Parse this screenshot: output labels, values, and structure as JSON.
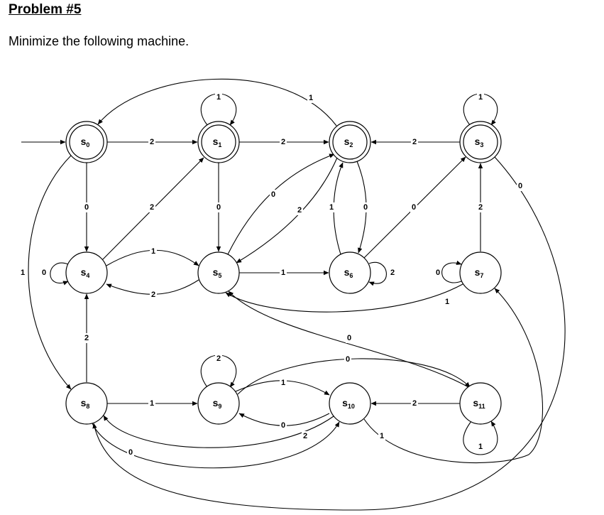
{
  "header": {
    "title": "Problem #5",
    "subtitle": "Minimize the following machine."
  },
  "machine": {
    "start_state": "s0",
    "states": [
      {
        "id": "s0",
        "letter": "s",
        "sub": "0",
        "accepting": true
      },
      {
        "id": "s1",
        "letter": "s",
        "sub": "1",
        "accepting": true
      },
      {
        "id": "s2",
        "letter": "s",
        "sub": "2",
        "accepting": true
      },
      {
        "id": "s3",
        "letter": "s",
        "sub": "3",
        "accepting": true
      },
      {
        "id": "s4",
        "letter": "s",
        "sub": "4",
        "accepting": false
      },
      {
        "id": "s5",
        "letter": "s",
        "sub": "5",
        "accepting": false
      },
      {
        "id": "s6",
        "letter": "s",
        "sub": "6",
        "accepting": false
      },
      {
        "id": "s7",
        "letter": "s",
        "sub": "7",
        "accepting": false
      },
      {
        "id": "s8",
        "letter": "s",
        "sub": "8",
        "accepting": false
      },
      {
        "id": "s9",
        "letter": "s",
        "sub": "9",
        "accepting": false
      },
      {
        "id": "s10",
        "letter": "s",
        "sub": "10",
        "accepting": false
      },
      {
        "id": "s11",
        "letter": "s",
        "sub": "11",
        "accepting": false
      }
    ],
    "transitions": [
      {
        "from": "s0",
        "to": "s1",
        "label": "2"
      },
      {
        "from": "s0",
        "to": "s4",
        "label": "0"
      },
      {
        "from": "s0",
        "to": "s8",
        "label": "1"
      },
      {
        "from": "s1",
        "to": "s1",
        "label": "1"
      },
      {
        "from": "s1",
        "to": "s2",
        "label": "2"
      },
      {
        "from": "s1",
        "to": "s5",
        "label": "0"
      },
      {
        "from": "s2",
        "to": "s0",
        "label": "1"
      },
      {
        "from": "s2",
        "to": "s6",
        "label": "0"
      },
      {
        "from": "s2",
        "to": "s5",
        "label": "2"
      },
      {
        "from": "s3",
        "to": "s3",
        "label": "1"
      },
      {
        "from": "s3",
        "to": "s2",
        "label": "2"
      },
      {
        "from": "s3",
        "to": "s8",
        "label": "0"
      },
      {
        "from": "s4",
        "to": "s4",
        "label": "0"
      },
      {
        "from": "s4",
        "to": "s1",
        "label": "2"
      },
      {
        "from": "s4",
        "to": "s5",
        "label": "1"
      },
      {
        "from": "s5",
        "to": "s4",
        "label": "2"
      },
      {
        "from": "s5",
        "to": "s2",
        "label": "0"
      },
      {
        "from": "s5",
        "to": "s6",
        "label": "1"
      },
      {
        "from": "s6",
        "to": "s6",
        "label": "2"
      },
      {
        "from": "s6",
        "to": "s2",
        "label": "1"
      },
      {
        "from": "s6",
        "to": "s3",
        "label": "0"
      },
      {
        "from": "s7",
        "to": "s7",
        "label": "0"
      },
      {
        "from": "s7",
        "to": "s3",
        "label": "2"
      },
      {
        "from": "s7",
        "to": "s5",
        "label": "1"
      },
      {
        "from": "s8",
        "to": "s4",
        "label": "2"
      },
      {
        "from": "s8",
        "to": "s9",
        "label": "1"
      },
      {
        "from": "s8",
        "to": "s10",
        "label": "0"
      },
      {
        "from": "s9",
        "to": "s9",
        "label": "2"
      },
      {
        "from": "s9",
        "to": "s10",
        "label": "1"
      },
      {
        "from": "s9",
        "to": "s11",
        "label": "0"
      },
      {
        "from": "s10",
        "to": "s9",
        "label": "0"
      },
      {
        "from": "s10",
        "to": "s8",
        "label": "2"
      },
      {
        "from": "s10",
        "to": "s7",
        "label": "1"
      },
      {
        "from": "s11",
        "to": "s11",
        "label": "1"
      },
      {
        "from": "s11",
        "to": "s10",
        "label": "2"
      },
      {
        "from": "s11",
        "to": "s5",
        "label": "0"
      }
    ]
  }
}
